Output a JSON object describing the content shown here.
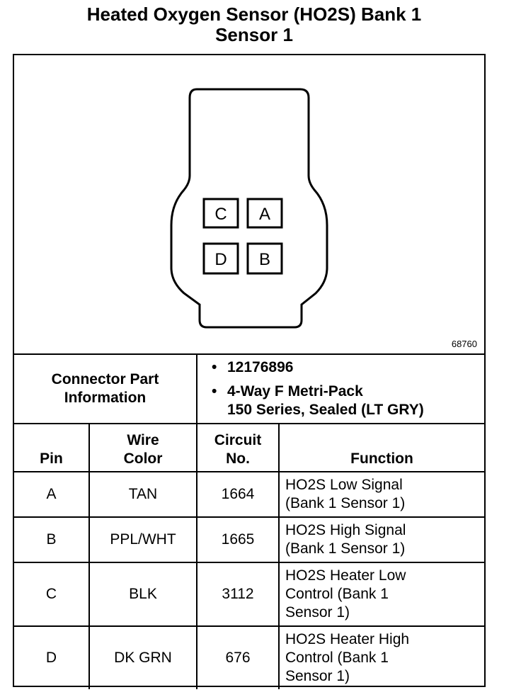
{
  "title": {
    "line1": "Heated Oxygen Sensor (HO2S) Bank 1",
    "line2": "Sensor 1"
  },
  "diagram": {
    "figure_id": "68760",
    "pins": [
      "C",
      "A",
      "D",
      "B"
    ]
  },
  "connector_info": {
    "label_line1": "Connector Part",
    "label_line2": "Information",
    "part_number": "12176896",
    "description_line1": "4-Way F Metri-Pack",
    "description_line2": "150 Series, Sealed (LT GRY)"
  },
  "table": {
    "headers": {
      "pin": "Pin",
      "wire_line1": "Wire",
      "wire_line2": "Color",
      "circuit_line1": "Circuit",
      "circuit_line2": "No.",
      "function": "Function"
    },
    "rows": [
      {
        "pin": "A",
        "color": "TAN",
        "circuit": "1664",
        "func1": "HO2S Low Signal",
        "func2": "(Bank 1 Sensor 1)",
        "func3": ""
      },
      {
        "pin": "B",
        "color": "PPL/WHT",
        "circuit": "1665",
        "func1": "HO2S High Signal",
        "func2": "(Bank 1 Sensor 1)",
        "func3": ""
      },
      {
        "pin": "C",
        "color": "BLK",
        "circuit": "3112",
        "func1": "HO2S Heater Low",
        "func2": "Control (Bank 1",
        "func3": "Sensor 1)"
      },
      {
        "pin": "D",
        "color": "DK GRN",
        "circuit": "676",
        "func1": "HO2S Heater High",
        "func2": "Control (Bank 1",
        "func3": "Sensor 1)"
      }
    ]
  }
}
